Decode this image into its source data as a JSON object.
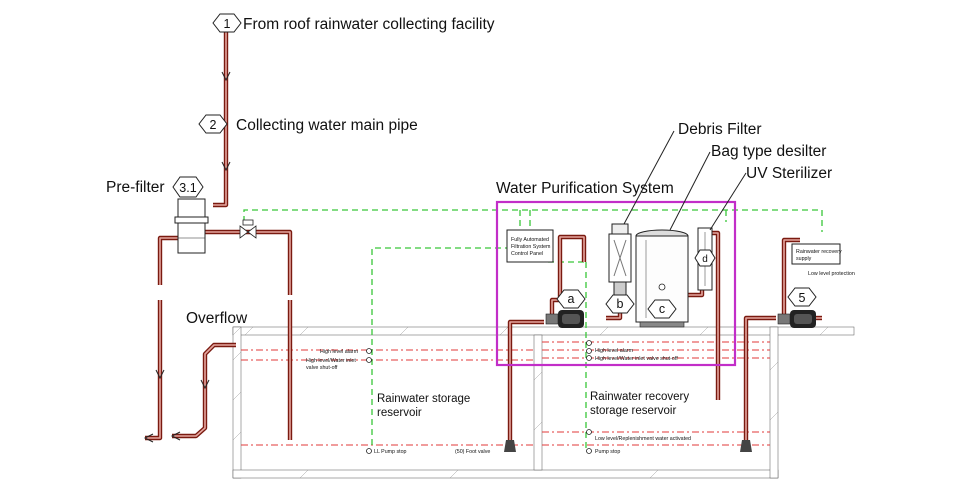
{
  "labels": {
    "from_roof": "From roof rainwater collecting facility",
    "main_pipe": "Collecting water main pipe",
    "pre_filter": "Pre-filter",
    "overflow": "Overflow",
    "water_purification": "Water Purification System",
    "debris_filter": "Debris Filter",
    "bag_desilter": "Bag type desilter",
    "uv_sterilizer": "UV Sterilizer",
    "storage_reservoir_l1": "Rainwater storage",
    "storage_reservoir_l2": "reservoir",
    "recovery_reservoir_l1": "Rainwater recovery",
    "recovery_reservoir_l2": "storage reservoir"
  },
  "markers": {
    "m1": "1",
    "m2": "2",
    "m31": "3.1",
    "m5": "5",
    "ma": "a",
    "mb": "b",
    "mc": "c",
    "md": "d"
  },
  "small_text": {
    "control_panel_l1": "Fully Automated",
    "control_panel_l2": "Filtration System",
    "control_panel_l3": "Control Panel",
    "recovery_panel_l1": "Rainwater recovery",
    "recovery_panel_l2": "supply",
    "low_level_protection": "Low level protection",
    "left_high_alarm": "High level alarm",
    "left_inlet_shutoff_l1": "High level/Water inlet",
    "left_inlet_shutoff_l2": "valve shut-off",
    "left_pump_stop": "LL Pump stop",
    "foot_valve": "(50) Foot valve",
    "right_high_alarm": "High level alarm",
    "right_inlet_shutoff": "High level/Water inlet valve shut-off",
    "right_low_level": "Low level/Replenishment water activated",
    "right_pump_stop": "Pump stop"
  },
  "colors": {
    "pipe": "#7a1a10",
    "signal_line": "#39c639",
    "level_line": "#e23a3a",
    "purification_box": "#c22ec8"
  }
}
